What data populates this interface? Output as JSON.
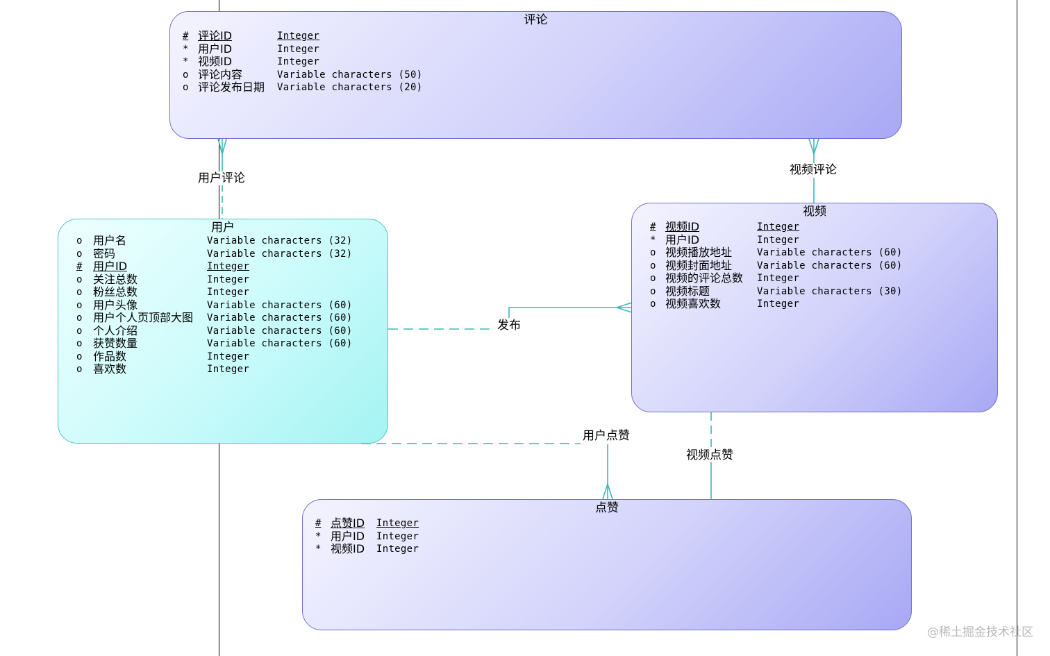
{
  "entities": {
    "comment": {
      "title": "评论",
      "attributes": [
        {
          "mark": "#",
          "name": "评论ID",
          "type": "Integer",
          "pk": true
        },
        {
          "mark": "*",
          "name": "用户ID",
          "type": "Integer",
          "pk": false
        },
        {
          "mark": "*",
          "name": "视频ID",
          "type": "Integer",
          "pk": false
        },
        {
          "mark": "o",
          "name": "评论内容",
          "type": "Variable characters (50)",
          "pk": false
        },
        {
          "mark": "o",
          "name": "评论发布日期",
          "type": "Variable characters (20)",
          "pk": false
        }
      ]
    },
    "user": {
      "title": "用户",
      "attributes": [
        {
          "mark": "o",
          "name": "用户名",
          "type": "Variable characters (32)",
          "pk": false
        },
        {
          "mark": "o",
          "name": "密码",
          "type": "Variable characters (32)",
          "pk": false
        },
        {
          "mark": "#",
          "name": "用户ID",
          "type": "Integer",
          "pk": true
        },
        {
          "mark": "o",
          "name": "关注总数",
          "type": "Integer",
          "pk": false
        },
        {
          "mark": "o",
          "name": "粉丝总数",
          "type": "Integer",
          "pk": false
        },
        {
          "mark": "o",
          "name": "用户头像",
          "type": "Variable characters (60)",
          "pk": false
        },
        {
          "mark": "o",
          "name": "用户个人页顶部大图",
          "type": "Variable characters (60)",
          "pk": false
        },
        {
          "mark": "o",
          "name": "个人介绍",
          "type": "Variable characters (60)",
          "pk": false
        },
        {
          "mark": "o",
          "name": "获赞数量",
          "type": "Variable characters (60)",
          "pk": false
        },
        {
          "mark": "o",
          "name": "作品数",
          "type": "Integer",
          "pk": false
        },
        {
          "mark": "o",
          "name": "喜欢数",
          "type": "Integer",
          "pk": false
        }
      ]
    },
    "video": {
      "title": "视频",
      "attributes": [
        {
          "mark": "#",
          "name": "视频ID",
          "type": "Integer",
          "pk": true
        },
        {
          "mark": "*",
          "name": "用户ID",
          "type": "Integer",
          "pk": false
        },
        {
          "mark": "o",
          "name": "视频播放地址",
          "type": "Variable characters (60)",
          "pk": false
        },
        {
          "mark": "o",
          "name": "视频封面地址",
          "type": "Variable characters (60)",
          "pk": false
        },
        {
          "mark": "o",
          "name": "视频的评论总数",
          "type": "Integer",
          "pk": false
        },
        {
          "mark": "o",
          "name": "视频标题",
          "type": "Variable characters (30)",
          "pk": false
        },
        {
          "mark": "o",
          "name": "视频喜欢数",
          "type": "Integer",
          "pk": false
        }
      ]
    },
    "like": {
      "title": "点赞",
      "attributes": [
        {
          "mark": "#",
          "name": "点赞ID",
          "type": "Integer",
          "pk": true
        },
        {
          "mark": "*",
          "name": "用户ID",
          "type": "Integer",
          "pk": false
        },
        {
          "mark": "*",
          "name": "视频ID",
          "type": "Integer",
          "pk": false
        }
      ]
    }
  },
  "relationships": {
    "user_comment": "用户评论",
    "video_comment": "视频评论",
    "publish": "发布",
    "user_like": "用户点赞",
    "video_like": "视频点赞"
  },
  "colors": {
    "entity_border": "#6f6fd0",
    "user_border": "#4fc4c4",
    "connector": "#3cb8b8"
  },
  "watermark": "@稀土掘金技术社区"
}
